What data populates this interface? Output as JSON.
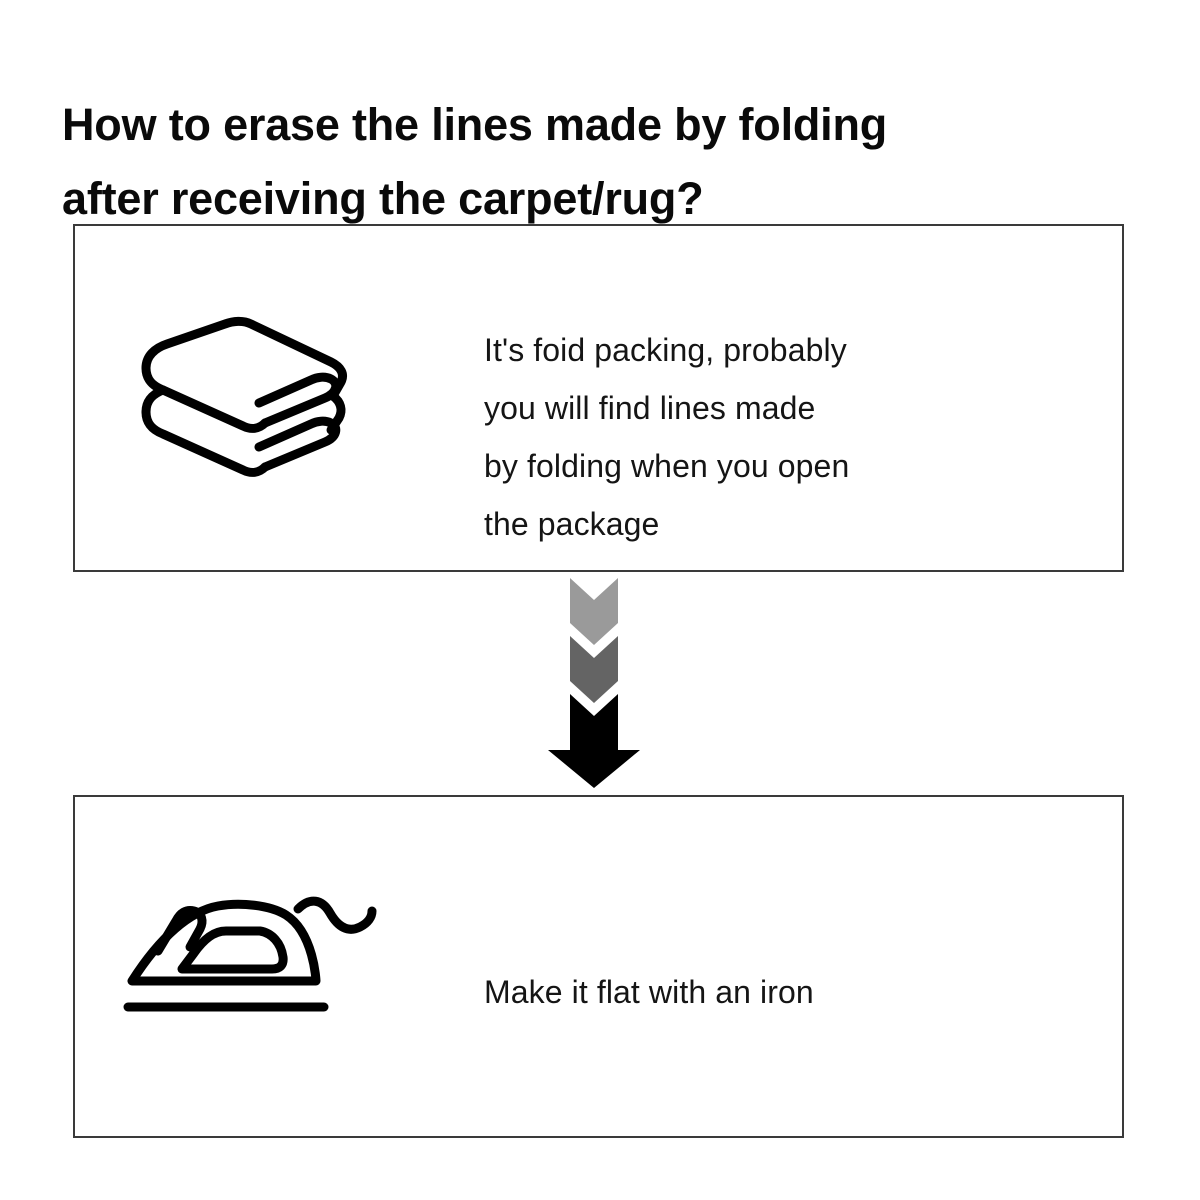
{
  "page": {
    "title": "How to erase the lines made by folding\nafter receiving the carpet/rug?",
    "background_color": "#ffffff",
    "text_color": "#111111",
    "border_color": "#3a3a3a"
  },
  "steps": [
    {
      "id": "step-1",
      "icon": "folded-carpet-icon",
      "text": "It's foid packing, probably\nyou will find lines made\nby folding when you open\nthe package",
      "lines": [
        "It's foid packing, probably",
        "you will find lines made",
        "by folding when you open",
        "the package"
      ]
    },
    {
      "id": "step-2",
      "icon": "iron-icon",
      "text": "Make it flat with an iron",
      "lines": [
        "Make it flat with an iron"
      ]
    }
  ],
  "flow_arrow": {
    "name": "downward-flow-arrow",
    "segments": [
      {
        "name": "chevron-light",
        "color": "#9a9a9a"
      },
      {
        "name": "chevron-medium",
        "color": "#646464"
      },
      {
        "name": "arrow-head-dark",
        "color": "#000000"
      }
    ]
  },
  "icons": {
    "folded_carpet": "folded-carpet-icon",
    "iron": "iron-icon"
  }
}
